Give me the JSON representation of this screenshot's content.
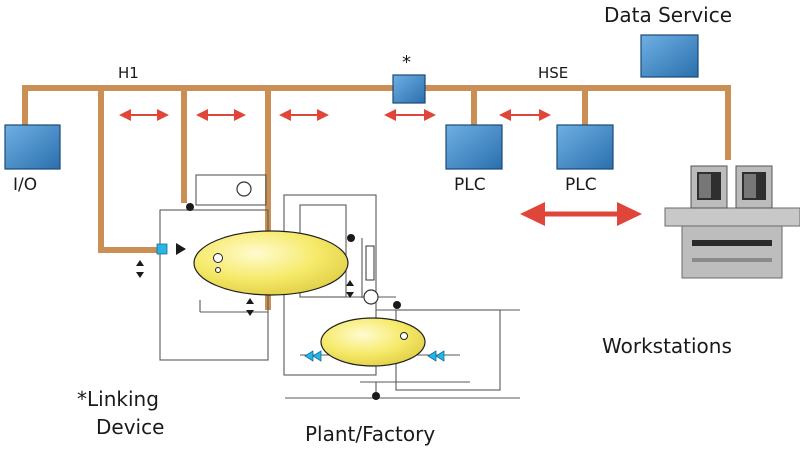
{
  "labels": {
    "data_service": "Data Service",
    "h1": "H1",
    "hse": "HSE",
    "asterisk": "*",
    "io": "I/O",
    "plc_1": "PLC",
    "plc_2": "PLC",
    "workstations": "Workstations",
    "linking_device_line1": "*Linking",
    "linking_device_line2": "Device",
    "plant_factory": "Plant/Factory"
  },
  "colors": {
    "bus": "#c98f55",
    "device_blue": "#3a86c8",
    "arrow_red": "#e0453a",
    "tank_yellow": "#f3e35a",
    "valve_cyan": "#27b4e6"
  }
}
